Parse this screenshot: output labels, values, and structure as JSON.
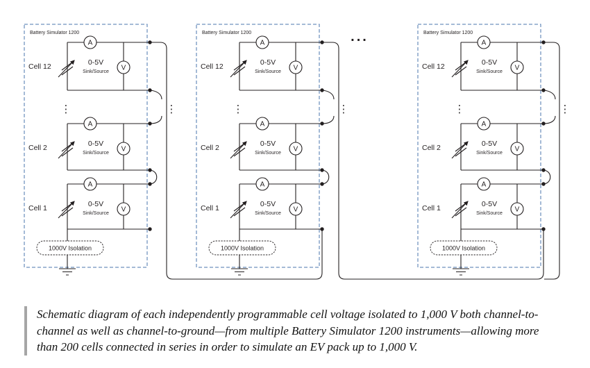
{
  "units": [
    {
      "title": "Battery Simulator 1200",
      "isolation_label": "1000V Isolation",
      "cells": [
        {
          "label": "Cell 12",
          "range": "0-5V",
          "mode": "Sink/Source",
          "ammeter": "A",
          "voltmeter": "V"
        },
        {
          "label": "Cell 2",
          "range": "0-5V",
          "mode": "Sink/Source",
          "ammeter": "A",
          "voltmeter": "V"
        },
        {
          "label": "Cell 1",
          "range": "0-5V",
          "mode": "Sink/Source",
          "ammeter": "A",
          "voltmeter": "V"
        }
      ]
    },
    {
      "title": "Battery Simulator 1200",
      "isolation_label": "1000V Isolation",
      "cells": [
        {
          "label": "Cell 12",
          "range": "0-5V",
          "mode": "Sink/Source",
          "ammeter": "A",
          "voltmeter": "V"
        },
        {
          "label": "Cell 2",
          "range": "0-5V",
          "mode": "Sink/Source",
          "ammeter": "A",
          "voltmeter": "V"
        },
        {
          "label": "Cell 1",
          "range": "0-5V",
          "mode": "Sink/Source",
          "ammeter": "A",
          "voltmeter": "V"
        }
      ]
    },
    {
      "title": "Battery Simulator 1200",
      "isolation_label": "1000V Isolation",
      "cells": [
        {
          "label": "Cell 12",
          "range": "0-5V",
          "mode": "Sink/Source",
          "ammeter": "A",
          "voltmeter": "V"
        },
        {
          "label": "Cell 2",
          "range": "0-5V",
          "mode": "Sink/Source",
          "ammeter": "A",
          "voltmeter": "V"
        },
        {
          "label": "Cell 1",
          "range": "0-5V",
          "mode": "Sink/Source",
          "ammeter": "A",
          "voltmeter": "V"
        }
      ]
    }
  ],
  "ellipsis": {
    "horizontal": "...",
    "vertical": "⋮"
  },
  "caption": {
    "lines": [
      "Schematic diagram of each independently programmable cell voltage isolated to 1,000 V both channel-to-",
      "channel as well as channel-to-ground—from multiple Battery Simulator 1200 instruments—allowing more",
      "than 200 cells connected in series in order to simulate an EV pack up to 1,000 V."
    ]
  },
  "colors": {
    "box_dash": "#4a74ad",
    "line": "#231f20",
    "caption_bar": "#a6a6a6"
  }
}
